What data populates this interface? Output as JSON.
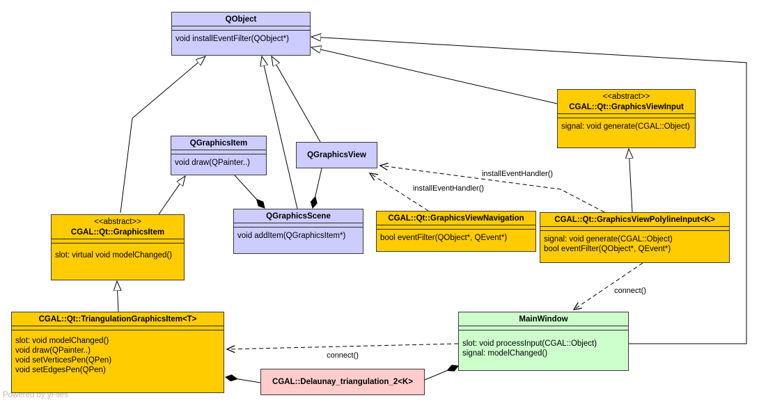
{
  "diagram": {
    "watermark": "Powered by yFiles",
    "colors": {
      "qt-blue": "#ccccff",
      "cgal-orange": "#ffcc00",
      "main-green": "#ccffcc",
      "delaunay-pink": "#ffcccc"
    },
    "classes": {
      "qobject": {
        "name": "QObject",
        "methods": [
          "void installEventFilter(QObject*)"
        ]
      },
      "qgraphicsitem": {
        "name": "QGraphicsItem",
        "methods": [
          "void draw(QPainter..)"
        ]
      },
      "qgraphicsview": {
        "name": "QGraphicsView"
      },
      "qgraphicsscene": {
        "name": "QGraphicsScene",
        "methods": [
          "void addItem(QGraphicsItem*)"
        ]
      },
      "navigation": {
        "name": "CGAL::Qt::GraphicsViewNavigation",
        "methods": [
          "bool eventFilter(QObject*, QEvent*)"
        ]
      },
      "gvinput": {
        "stereotype": "<<abstract>>",
        "name": "CGAL::Qt::GraphicsViewInput",
        "methods": [
          "signal: void generate(CGAL::Object)"
        ]
      },
      "polyline_input": {
        "name": "CGAL::Qt::GraphicsViewPolylineInput<K>",
        "methods": [
          "signal: void generate(CGAL::Object)",
          "bool eventFilter(QObject*, QEvent*)"
        ]
      },
      "cgal_graphicsitem": {
        "stereotype": "<<abstract>>",
        "name": "CGAL::Qt::GraphicsItem",
        "methods": [
          "slot: virtual void modelChanged()"
        ]
      },
      "tgi": {
        "name": "CGAL::Qt::TriangulationGraphicsItem<T>",
        "methods": [
          "slot: void modelChanged()",
          "void draw(QPainter..)",
          "void setVerticesPen(QPen)",
          "void setEdgesPen(QPen)"
        ]
      },
      "mainwindow": {
        "name": "MainWindow",
        "methods": [
          "slot: void processInput(CGAL::Object)",
          "signal: modelChanged()"
        ]
      },
      "delaunay": {
        "name": "CGAL::Delaunay_triangulation_2<K>"
      }
    },
    "edge_labels": {
      "install_top": "installEventHandler()",
      "install_bottom": "installEventHandler()",
      "connect_right": "connect()",
      "connect_bottom": "connect()"
    }
  }
}
